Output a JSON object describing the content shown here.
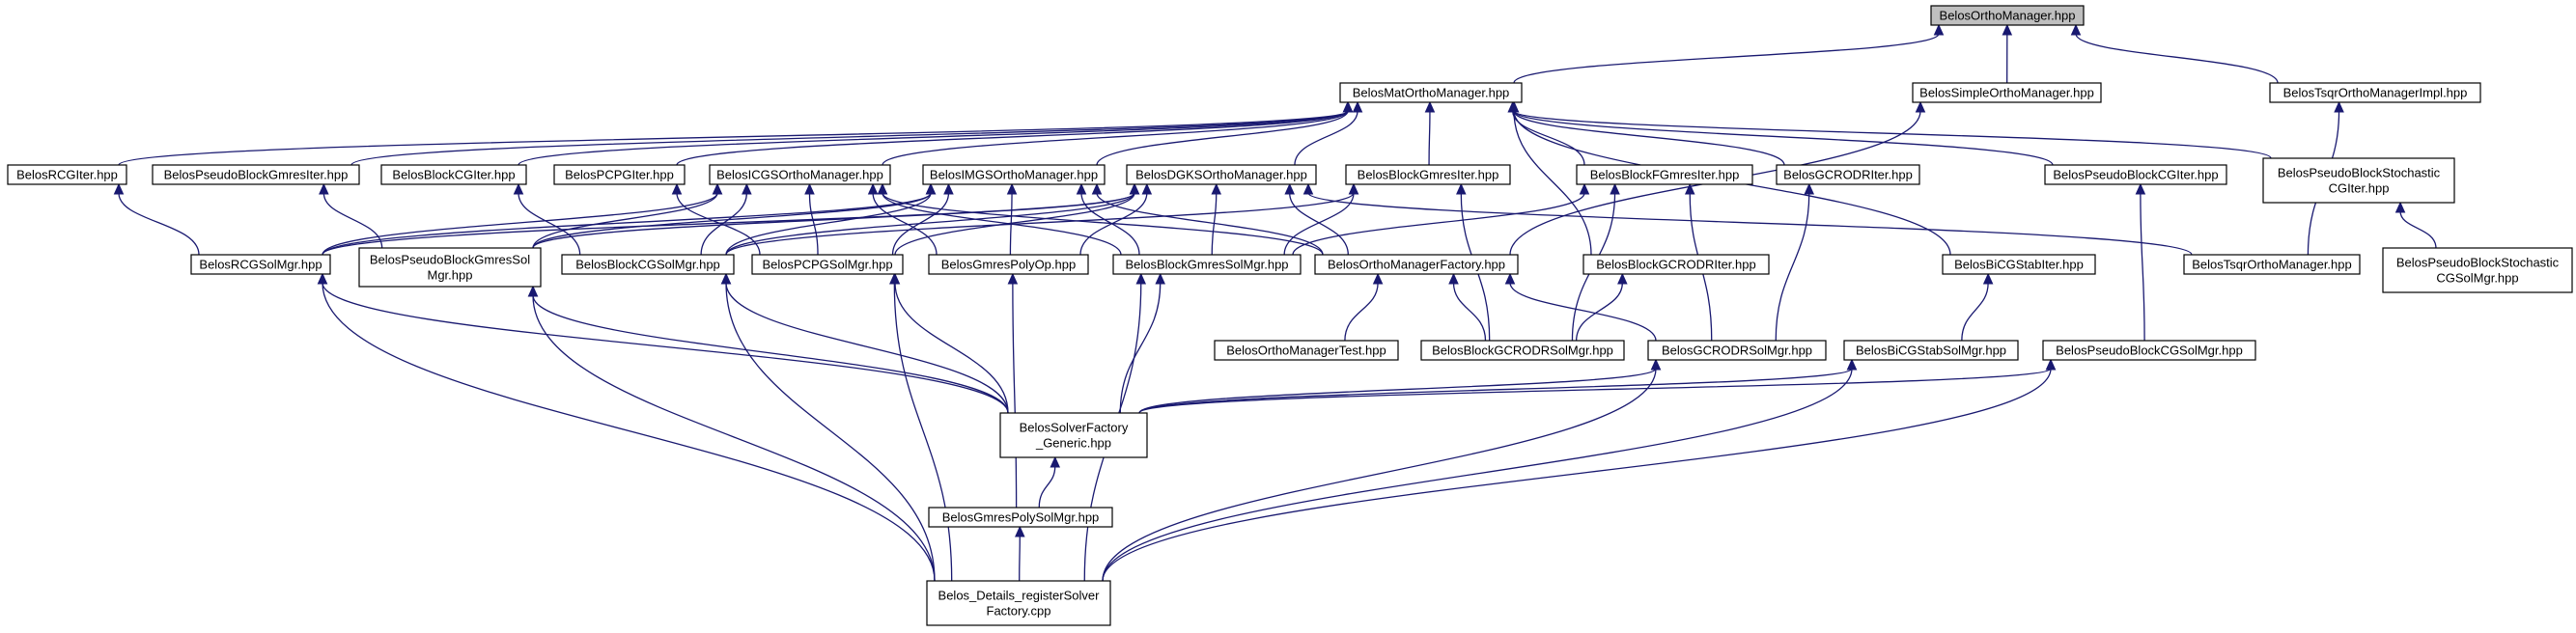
{
  "graph": {
    "title": "BelosOrthoManager.hpp",
    "edge_color": "#191970",
    "node_fill": "#ffffff",
    "root_fill": "#bfbfbf",
    "nodes": [
      {
        "id": "orthomanager",
        "lines": [
          "BelosOrthoManager.hpp"
        ],
        "root": true
      },
      {
        "id": "matortho",
        "lines": [
          "BelosMatOrthoManager.hpp"
        ]
      },
      {
        "id": "simpleortho",
        "lines": [
          "BelosSimpleOrthoManager.hpp"
        ]
      },
      {
        "id": "tsqrimpl",
        "lines": [
          "BelosTsqrOrthoManagerImpl.hpp"
        ]
      },
      {
        "id": "rcgiter",
        "lines": [
          "BelosRCGIter.hpp"
        ]
      },
      {
        "id": "pbgmresiter",
        "lines": [
          "BelosPseudoBlockGmresIter.hpp"
        ]
      },
      {
        "id": "bcgiter",
        "lines": [
          "BelosBlockCGIter.hpp"
        ]
      },
      {
        "id": "pcpgiter",
        "lines": [
          "BelosPCPGIter.hpp"
        ]
      },
      {
        "id": "icgs",
        "lines": [
          "BelosICGSOrthoManager.hpp"
        ]
      },
      {
        "id": "imgs",
        "lines": [
          "BelosIMGSOrthoManager.hpp"
        ]
      },
      {
        "id": "dgks",
        "lines": [
          "BelosDGKSOrthoManager.hpp"
        ]
      },
      {
        "id": "bgmresiter",
        "lines": [
          "BelosBlockGmresIter.hpp"
        ]
      },
      {
        "id": "bfgmresiter",
        "lines": [
          "BelosBlockFGmresIter.hpp"
        ]
      },
      {
        "id": "gcrodriter",
        "lines": [
          "BelosGCRODRIter.hpp"
        ]
      },
      {
        "id": "pbcgiter",
        "lines": [
          "BelosPseudoBlockCGIter.hpp"
        ]
      },
      {
        "id": "pbstochcgiter",
        "lines": [
          "BelosPseudoBlockStochastic",
          "CGIter.hpp"
        ]
      },
      {
        "id": "rcgsolmgr",
        "lines": [
          "BelosRCGSolMgr.hpp"
        ]
      },
      {
        "id": "pbgmressolmgr",
        "lines": [
          "BelosPseudoBlockGmresSol",
          "Mgr.hpp"
        ]
      },
      {
        "id": "bcgsolmgr",
        "lines": [
          "BelosBlockCGSolMgr.hpp"
        ]
      },
      {
        "id": "pcpgsolmgr",
        "lines": [
          "BelosPCPGSolMgr.hpp"
        ]
      },
      {
        "id": "gmrespolyop",
        "lines": [
          "BelosGmresPolyOp.hpp"
        ]
      },
      {
        "id": "bgmressolmgr",
        "lines": [
          "BelosBlockGmresSolMgr.hpp"
        ]
      },
      {
        "id": "orthofactory",
        "lines": [
          "BelosOrthoManagerFactory.hpp"
        ]
      },
      {
        "id": "bgcrodriter",
        "lines": [
          "BelosBlockGCRODRIter.hpp"
        ]
      },
      {
        "id": "bicgstabiter",
        "lines": [
          "BelosBiCGStabIter.hpp"
        ]
      },
      {
        "id": "tsqrortho",
        "lines": [
          "BelosTsqrOrthoManager.hpp"
        ]
      },
      {
        "id": "pbstochcgsolmgr",
        "lines": [
          "BelosPseudoBlockStochastic",
          "CGSolMgr.hpp"
        ]
      },
      {
        "id": "orthotest",
        "lines": [
          "BelosOrthoManagerTest.hpp"
        ]
      },
      {
        "id": "bgcrodrsolmgr",
        "lines": [
          "BelosBlockGCRODRSolMgr.hpp"
        ]
      },
      {
        "id": "gcrodrsolmgr",
        "lines": [
          "BelosGCRODRSolMgr.hpp"
        ]
      },
      {
        "id": "bicgstabsolmgr",
        "lines": [
          "BelosBiCGStabSolMgr.hpp"
        ]
      },
      {
        "id": "pbcgsolmgr",
        "lines": [
          "BelosPseudoBlockCGSolMgr.hpp"
        ]
      },
      {
        "id": "solverfactory",
        "lines": [
          "BelosSolverFactory",
          "_Generic.hpp"
        ]
      },
      {
        "id": "gmrespolysolmgr",
        "lines": [
          "BelosGmresPolySolMgr.hpp"
        ]
      },
      {
        "id": "registersolver",
        "lines": [
          "Belos_Details_registerSolver",
          "Factory.cpp"
        ]
      }
    ],
    "edges": [
      [
        "matortho",
        "orthomanager"
      ],
      [
        "simpleortho",
        "orthomanager"
      ],
      [
        "tsqrimpl",
        "orthomanager"
      ],
      [
        "rcgiter",
        "matortho"
      ],
      [
        "pbgmresiter",
        "matortho"
      ],
      [
        "bcgiter",
        "matortho"
      ],
      [
        "pcpgiter",
        "matortho"
      ],
      [
        "icgs",
        "matortho"
      ],
      [
        "imgs",
        "matortho"
      ],
      [
        "dgks",
        "matortho"
      ],
      [
        "bgmresiter",
        "matortho"
      ],
      [
        "bfgmresiter",
        "matortho"
      ],
      [
        "gcrodriter",
        "matortho"
      ],
      [
        "pbcgiter",
        "matortho"
      ],
      [
        "pbstochcgiter",
        "matortho"
      ],
      [
        "bgcrodriter",
        "matortho"
      ],
      [
        "bicgstabiter",
        "matortho"
      ],
      [
        "orthofactory",
        "simpleortho"
      ],
      [
        "tsqrortho",
        "tsqrimpl"
      ],
      [
        "rcgsolmgr",
        "rcgiter"
      ],
      [
        "pbgmressolmgr",
        "pbgmresiter"
      ],
      [
        "bcgsolmgr",
        "bcgiter"
      ],
      [
        "pcpgsolmgr",
        "pcpgiter"
      ],
      [
        "rcgsolmgr",
        "icgs"
      ],
      [
        "pbgmressolmgr",
        "icgs"
      ],
      [
        "bcgsolmgr",
        "icgs"
      ],
      [
        "pcpgsolmgr",
        "icgs"
      ],
      [
        "gmrespolyop",
        "icgs"
      ],
      [
        "bgmressolmgr",
        "icgs"
      ],
      [
        "orthofactory",
        "icgs"
      ],
      [
        "rcgsolmgr",
        "imgs"
      ],
      [
        "pbgmressolmgr",
        "imgs"
      ],
      [
        "bcgsolmgr",
        "imgs"
      ],
      [
        "pcpgsolmgr",
        "imgs"
      ],
      [
        "gmrespolyop",
        "imgs"
      ],
      [
        "bgmressolmgr",
        "imgs"
      ],
      [
        "orthofactory",
        "imgs"
      ],
      [
        "rcgsolmgr",
        "dgks"
      ],
      [
        "pbgmressolmgr",
        "dgks"
      ],
      [
        "bcgsolmgr",
        "dgks"
      ],
      [
        "pcpgsolmgr",
        "dgks"
      ],
      [
        "gmrespolyop",
        "dgks"
      ],
      [
        "bgmressolmgr",
        "dgks"
      ],
      [
        "orthofactory",
        "dgks"
      ],
      [
        "tsqrortho",
        "dgks"
      ],
      [
        "bgmressolmgr",
        "bgmresiter"
      ],
      [
        "bcgsolmgr",
        "bgmresiter"
      ],
      [
        "bgcrodrsolmgr",
        "bgmresiter"
      ],
      [
        "bgmressolmgr",
        "bfgmresiter"
      ],
      [
        "bgcrodrsolmgr",
        "bfgmresiter"
      ],
      [
        "gcrodrsolmgr",
        "bfgmresiter"
      ],
      [
        "gcrodrsolmgr",
        "gcrodriter"
      ],
      [
        "pbcgsolmgr",
        "pbcgiter"
      ],
      [
        "pbstochcgsolmgr",
        "pbstochcgiter"
      ],
      [
        "bgcrodrsolmgr",
        "bgcrodriter"
      ],
      [
        "bicgstabsolmgr",
        "bicgstabiter"
      ],
      [
        "orthotest",
        "orthofactory"
      ],
      [
        "bgcrodrsolmgr",
        "orthofactory"
      ],
      [
        "gcrodrsolmgr",
        "orthofactory"
      ],
      [
        "solverfactory",
        "rcgsolmgr"
      ],
      [
        "solverfactory",
        "pbgmressolmgr"
      ],
      [
        "solverfactory",
        "bcgsolmgr"
      ],
      [
        "solverfactory",
        "pcpgsolmgr"
      ],
      [
        "solverfactory",
        "bgmressolmgr"
      ],
      [
        "solverfactory",
        "gcrodrsolmgr"
      ],
      [
        "solverfactory",
        "bicgstabsolmgr"
      ],
      [
        "solverfactory",
        "pbcgsolmgr"
      ],
      [
        "gmrespolysolmgr",
        "gmrespolyop"
      ],
      [
        "gmrespolysolmgr",
        "solverfactory"
      ],
      [
        "registersolver",
        "rcgsolmgr"
      ],
      [
        "registersolver",
        "pbgmressolmgr"
      ],
      [
        "registersolver",
        "bcgsolmgr"
      ],
      [
        "registersolver",
        "pcpgsolmgr"
      ],
      [
        "registersolver",
        "bgmressolmgr"
      ],
      [
        "registersolver",
        "gcrodrsolmgr"
      ],
      [
        "registersolver",
        "bicgstabsolmgr"
      ],
      [
        "registersolver",
        "pbcgsolmgr"
      ],
      [
        "registersolver",
        "gmrespolysolmgr"
      ]
    ]
  }
}
